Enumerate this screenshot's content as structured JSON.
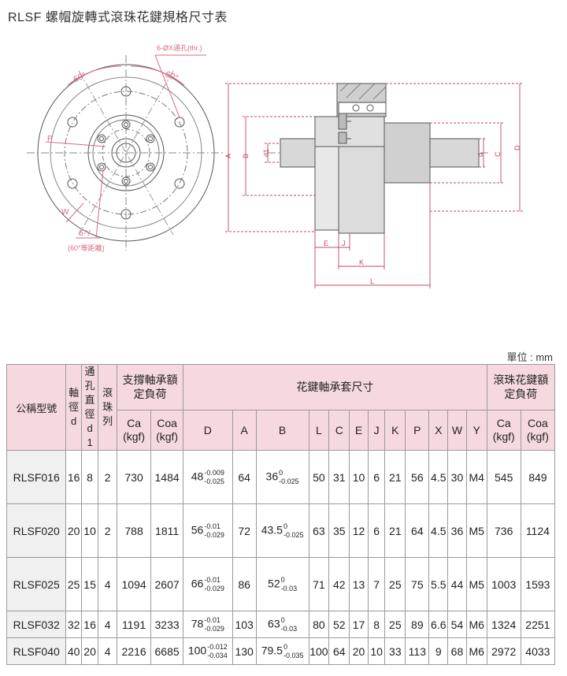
{
  "title": "RLSF 螺帽旋轉式滾珠花鍵規格尺寸表",
  "drawing": {
    "hole_label": "6-ØX通孔(thr.)",
    "angle_left": "60°",
    "angle_right": "60°",
    "pcd_p": "P",
    "pcd_w": "W",
    "tap_label": "6-Y",
    "tap_note": "(60°等距離)",
    "dims": {
      "A": "A",
      "B": "B",
      "d1": "d1",
      "d": "d",
      "C": "C",
      "D": "D",
      "E": "E",
      "J": "J",
      "K": "K",
      "L": "L"
    },
    "colors": {
      "line": "#555555",
      "dim": "#c0485e",
      "pink": "#d76b82"
    }
  },
  "unit": "單位 : mm",
  "table": {
    "h_model": "公稱型號",
    "h_shaft": "軸徑d",
    "h_hole": "通孔直徑d1",
    "h_rows": "滾珠列",
    "h_support": "支撐軸承額定負荷",
    "h_sleeve": "花鍵軸承套尺寸",
    "h_spline": "滾珠花鍵額定負荷",
    "sub": [
      "Ca\n(kgf)",
      "Coa\n(kgf)",
      "D",
      "A",
      "B",
      "L",
      "C",
      "E",
      "J",
      "K",
      "P",
      "X",
      "W",
      "Y",
      "Ca\n(kgf)",
      "Coa\n(kgf)"
    ],
    "rows": [
      {
        "model": "RLSF016",
        "d": "16",
        "d1": "8",
        "n": "2",
        "ca1": "730",
        "coa1": "1484",
        "D": "48",
        "D_up": "-0.009",
        "D_lo": "-0.025",
        "A": "64",
        "B": "36",
        "B_up": "0",
        "B_lo": "-0.025",
        "L": "50",
        "C": "31",
        "E": "10",
        "J": "6",
        "K": "21",
        "P": "56",
        "X": "4.5",
        "W": "30",
        "Y": "M4",
        "ca2": "545",
        "coa2": "849"
      },
      {
        "model": "RLSF020",
        "d": "20",
        "d1": "10",
        "n": "2",
        "ca1": "788",
        "coa1": "1811",
        "D": "56",
        "D_up": "-0.01",
        "D_lo": "-0.029",
        "A": "72",
        "B": "43.5",
        "B_up": "0",
        "B_lo": "-0.025",
        "L": "63",
        "C": "35",
        "E": "12",
        "J": "6",
        "K": "21",
        "P": "64",
        "X": "4.5",
        "W": "36",
        "Y": "M5",
        "ca2": "736",
        "coa2": "1124"
      },
      {
        "model": "RLSF025",
        "d": "25",
        "d1": "15",
        "n": "4",
        "ca1": "1094",
        "coa1": "2607",
        "D": "66",
        "D_up": "-0.01",
        "D_lo": "-0.029",
        "A": "86",
        "B": "52",
        "B_up": "0",
        "B_lo": "-0.03",
        "L": "71",
        "C": "42",
        "E": "13",
        "J": "7",
        "K": "25",
        "P": "75",
        "X": "5.5",
        "W": "44",
        "Y": "M5",
        "ca2": "1003",
        "coa2": "1593"
      },
      {
        "model": "RLSF032",
        "d": "32",
        "d1": "16",
        "n": "4",
        "ca1": "1191",
        "coa1": "3233",
        "D": "78",
        "D_up": "-0.01",
        "D_lo": "-0.029",
        "A": "103",
        "B": "63",
        "B_up": "0",
        "B_lo": "-0.03",
        "L": "80",
        "C": "52",
        "E": "17",
        "J": "8",
        "K": "25",
        "P": "89",
        "X": "6.6",
        "W": "54",
        "Y": "M6",
        "ca2": "1324",
        "coa2": "2251"
      },
      {
        "model": "RLSF040",
        "d": "40",
        "d1": "20",
        "n": "4",
        "ca1": "2216",
        "coa1": "6685",
        "D": "100",
        "D_up": "-0.012",
        "D_lo": "-0.034",
        "A": "130",
        "B": "79.5",
        "B_up": "0",
        "B_lo": "-0.035",
        "L": "100",
        "C": "64",
        "E": "20",
        "J": "10",
        "K": "33",
        "P": "113",
        "X": "9",
        "W": "68",
        "Y": "M6",
        "ca2": "2972",
        "coa2": "4033"
      }
    ]
  }
}
